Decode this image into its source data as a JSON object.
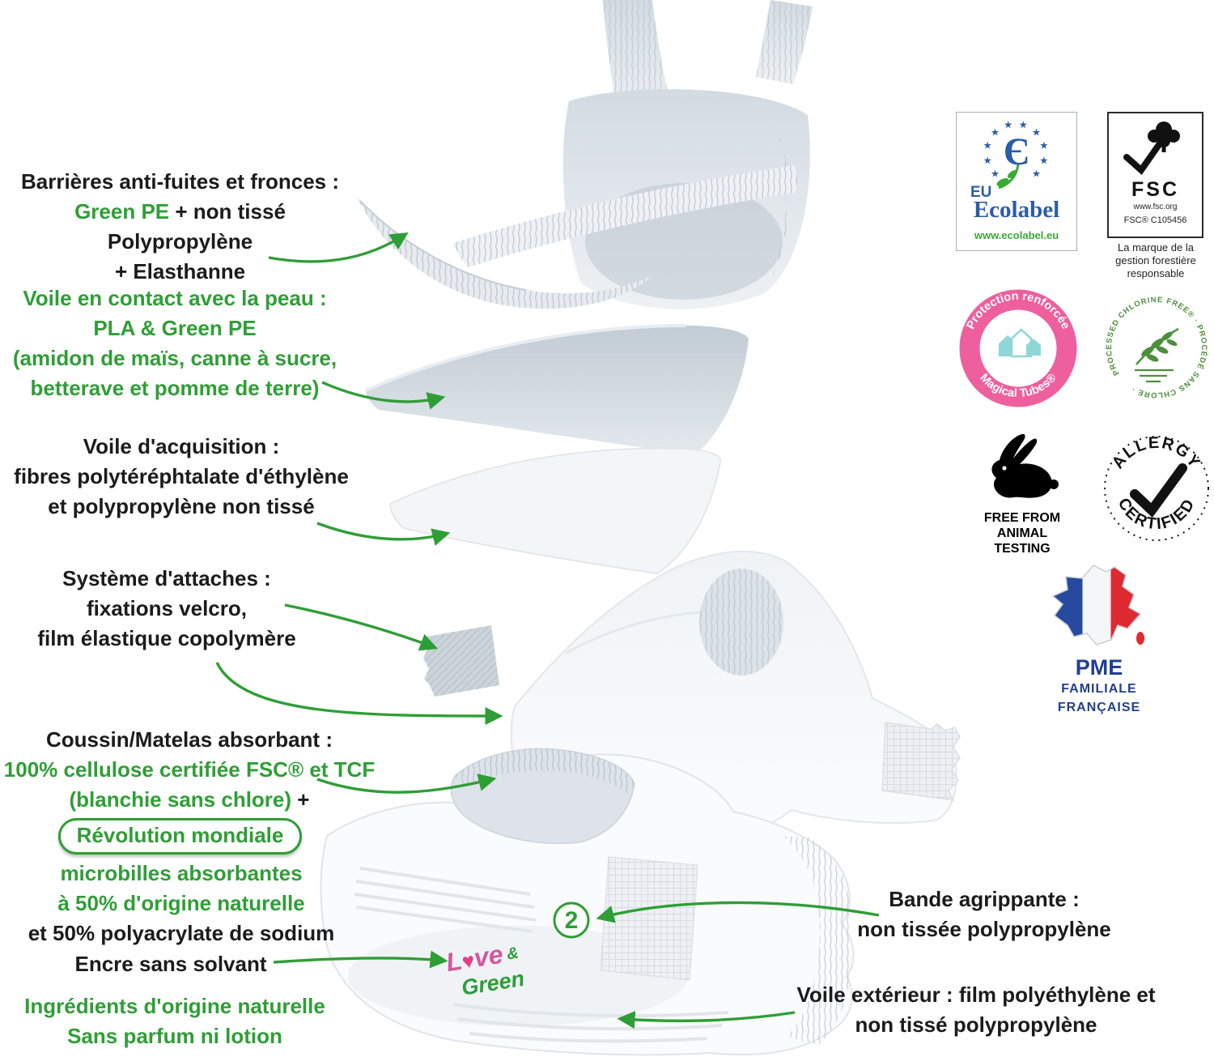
{
  "colors": {
    "accent_green": "#2f9e36",
    "text_black": "#1b1b1b",
    "badge_pink": "#ee5f9e",
    "tube_teal": "#8ed7d9",
    "ecolabel_blue": "#2b5ca8",
    "ecolabel_green": "#3aaa35",
    "pme_blue": "#223f8e",
    "flag_red": "#e02a31"
  },
  "annotations": {
    "barrieres": {
      "l1": "Barrières anti-fuites et fronces :",
      "l2_green": "Green PE",
      "l2_rest": " + non tissé Polypropylène",
      "l3": "+ Elasthanne"
    },
    "voile_peau": {
      "l1": "Voile en contact avec la peau :",
      "l2": "PLA & Green PE",
      "l3": "(amidon de maïs, canne à sucre,",
      "l4": "betterave et pomme de terre)"
    },
    "voile_acq": {
      "l1": "Voile d'acquisition :",
      "l2": "fibres polytéréphtalate d'éthylène",
      "l3": "et polypropylène non tissé"
    },
    "attaches": {
      "l1": "Système d'attaches :",
      "l2": "fixations velcro,",
      "l3": "film élastique copolymère"
    },
    "coussin": {
      "l1": "Coussin/Matelas absorbant :",
      "l2": "100% cellulose certifiée FSC® et TCF",
      "l3_green": "(blanchie sans chlore)",
      "l3_rest": " +"
    },
    "revolution": "Révolution mondiale",
    "microbilles": {
      "l1": "microbilles absorbantes",
      "l2": "à 50% d'origine naturelle",
      "l3": "et 50% polyacrylate de sodium"
    },
    "encre": "Encre sans solvant",
    "ingredients": {
      "l1": "Ingrédients d'origine naturelle",
      "l2": "Sans parfum ni lotion"
    },
    "bande": {
      "l1": "Bande agrippante :",
      "l2": "non tissée polypropylène"
    },
    "voile_ext": {
      "l1": "Voile extérieur : film polyéthylène et",
      "l2": "non tissé polypropylène"
    }
  },
  "logos": {
    "ecolabel": {
      "glyph": "Є",
      "eu": "EU",
      "name": "Ecolabel",
      "url": "www.ecolabel.eu"
    },
    "fsc": {
      "name": "FSC",
      "url": "www.fsc.org",
      "code": "FSC® C105456",
      "caption_l1": "La marque de la",
      "caption_l2": "gestion forestière",
      "caption_l3": "responsable"
    },
    "magical": {
      "arc_top": "Protection renforcée",
      "arc_bottom": "Magical Tubes®"
    },
    "chlorine": {
      "ring": "PROCESSED CHLORINE FREE® · PROCÉDÉ SANS CHLORE ·"
    },
    "animal": {
      "l1": "FREE FROM",
      "l2": "ANIMAL",
      "l3": "TESTING"
    },
    "allergy": {
      "arc_top": "ALLERGY",
      "arc_bottom": "CERTIFIED"
    },
    "pme": {
      "l1": "PME",
      "l2": "FAMILIALE",
      "l3": "FRANÇAISE"
    }
  },
  "diagram": {
    "step": "2",
    "brand_love": "L",
    "brand_heart": "♥",
    "brand_ve": "ve",
    "brand_amp": "&",
    "brand_green": "Green"
  }
}
